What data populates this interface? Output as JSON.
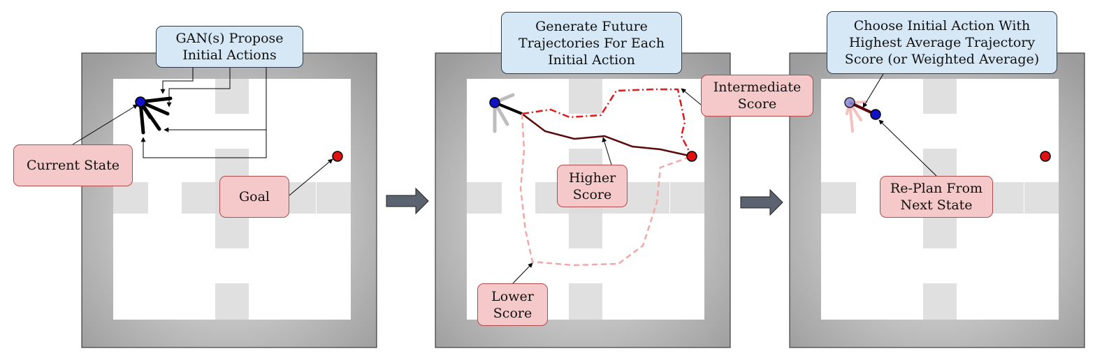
{
  "panels": [
    {
      "title": "GAN(s) Propose\nInitial Actions",
      "labels": {
        "current_state": "Current State",
        "goal": "Goal"
      }
    },
    {
      "title": "Generate Future\nTrajectories For Each\nInitial Action",
      "labels": {
        "intermediate": "Intermediate\nScore",
        "higher": "Higher\nScore",
        "lower": "Lower\nScore"
      }
    },
    {
      "title": "Choose Initial Action With\nHighest Average Trajectory\nScore (or Weighted Average)",
      "labels": {
        "replan": "Re-Plan From\nNext State"
      }
    }
  ],
  "colors": {
    "wall_dark": "#9e9e9e",
    "wall_light": "#e6e6e6",
    "floor": "#ffffff",
    "agent": "#1010c8",
    "goal": "#e01010",
    "higher_path": "#5a0a0a",
    "intermediate_path": "#e01818",
    "lower_path": "#f2a8a8",
    "arrow": "#5b6370"
  }
}
